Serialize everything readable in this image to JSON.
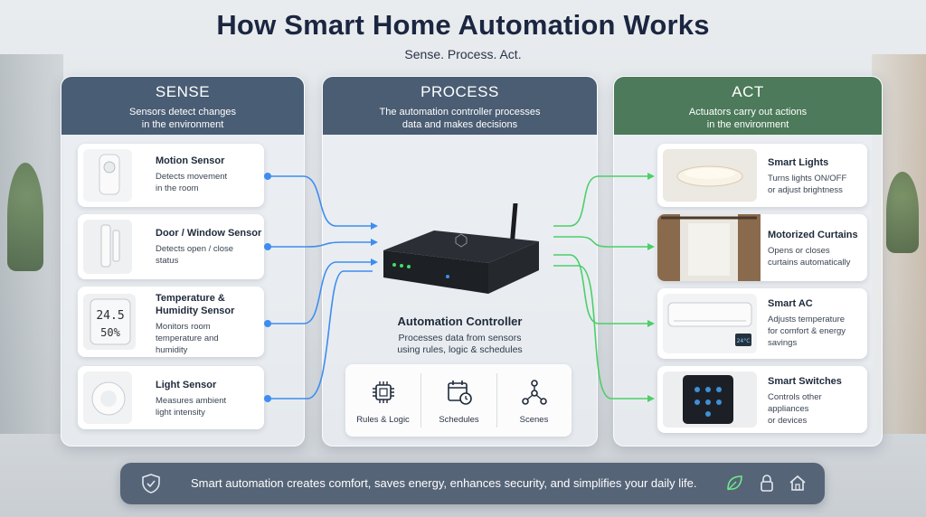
{
  "header": {
    "title": "How Smart Home Automation Works",
    "subtitle": "Sense. Process. Act."
  },
  "sense": {
    "title": "SENSE",
    "desc_line1": "Sensors detect changes",
    "desc_line2": "in the environment",
    "items": [
      {
        "name": "Motion Sensor",
        "desc1": "Detects movement",
        "desc2": "in the room",
        "desc3": ""
      },
      {
        "name": "Door / Window Sensor",
        "desc1": "Detects open / close",
        "desc2": "status",
        "desc3": ""
      },
      {
        "name": "Temperature &",
        "name2": "Humidity Sensor",
        "desc1": "Monitors room",
        "desc2": "temperature and",
        "desc3": "humidity"
      },
      {
        "name": "Light Sensor",
        "desc1": "Measures ambient",
        "desc2": "light intensity",
        "desc3": ""
      }
    ],
    "thermo_temp": "24.5",
    "thermo_hum": "50%"
  },
  "process": {
    "title": "PROCESS",
    "desc_line1": "The automation controller processes",
    "desc_line2": "data and makes decisions",
    "controller_title": "Automation Controller",
    "controller_desc1": "Processes data from sensors",
    "controller_desc2": "using rules, logic & schedules",
    "features": [
      {
        "label": "Rules & Logic",
        "icon": "chip-icon"
      },
      {
        "label": "Schedules",
        "icon": "calendar-clock-icon"
      },
      {
        "label": "Scenes",
        "icon": "network-icon"
      }
    ]
  },
  "act": {
    "title": "ACT",
    "desc_line1": "Actuators carry out actions",
    "desc_line2": "in the environment",
    "items": [
      {
        "name": "Smart Lights",
        "desc1": "Turns lights ON/OFF",
        "desc2": "or adjust brightness",
        "desc3": ""
      },
      {
        "name": "Motorized Curtains",
        "desc1": "Opens or closes",
        "desc2": "curtains automatically",
        "desc3": ""
      },
      {
        "name": "Smart AC",
        "desc1": "Adjusts temperature",
        "desc2": "for comfort & energy",
        "desc3": "savings"
      },
      {
        "name": "Smart Switches",
        "desc1": "Controls other",
        "desc2": "appliances",
        "desc3": "or devices"
      }
    ],
    "ac_display": "24°C"
  },
  "footer": {
    "message": "Smart automation creates comfort, saves energy, enhances security, and simplifies your daily life.",
    "icons": [
      "shield-check-icon",
      "leaf-icon",
      "lock-icon",
      "home-icon"
    ]
  },
  "colors": {
    "sense": "#495d74",
    "process": "#4a5d73",
    "act": "#4c7a5a",
    "input_wire": "#3d8df0",
    "output_wire": "#4ccf6a"
  }
}
